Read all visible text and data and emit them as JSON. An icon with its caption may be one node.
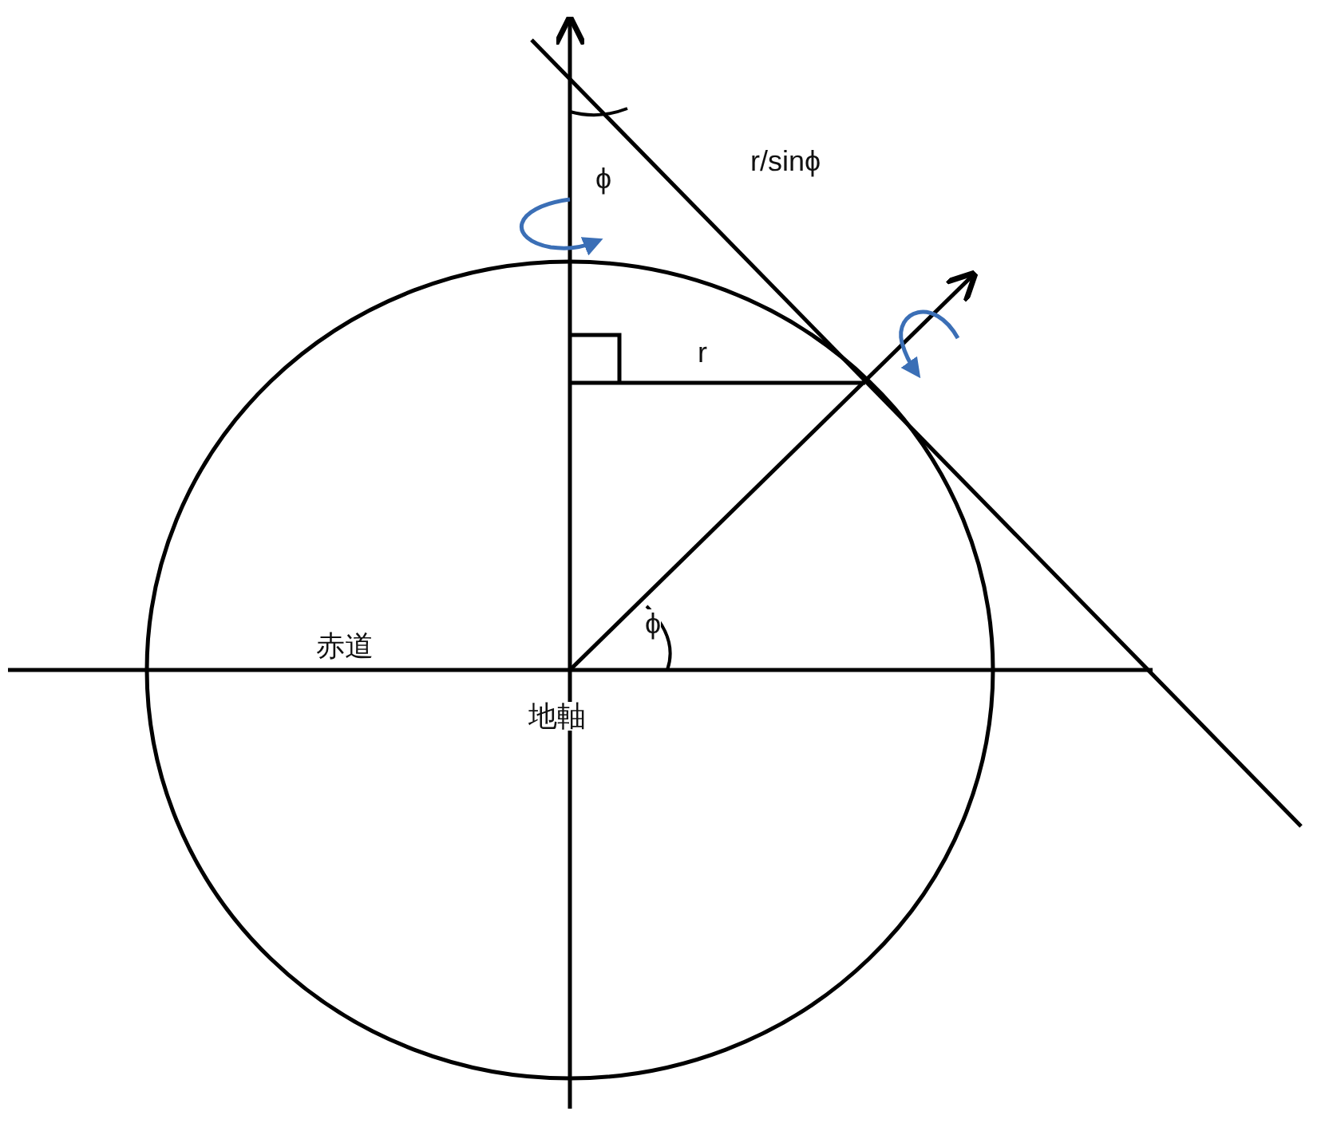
{
  "diagram": {
    "labels": [
      "r/sinϕ",
      "ϕ",
      "r",
      "ϕ",
      "赤道",
      "地軸"
    ]
  }
}
